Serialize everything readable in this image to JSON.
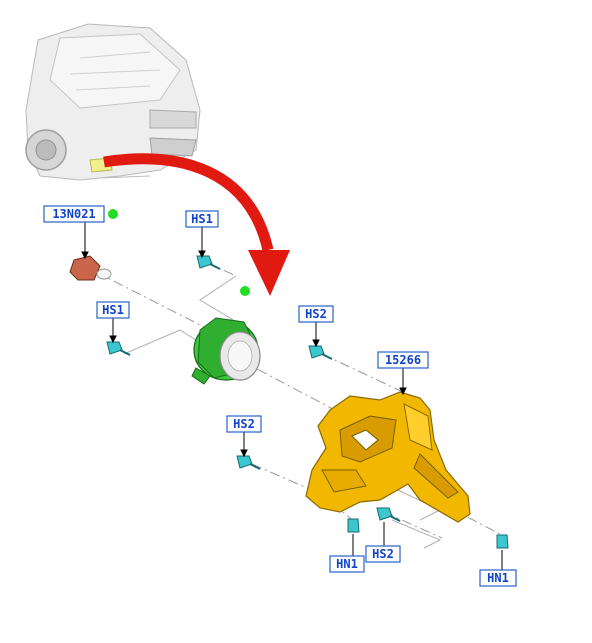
{
  "labels": {
    "bulb": "13N021",
    "screw_hs1_top": "HS1",
    "screw_hs1_left": "HS1",
    "screw_hs2_upper": "HS2",
    "bracket": "15266",
    "screw_hs2_mid": "HS2",
    "nut_hn1_left": "HN1",
    "screw_hs2_bottom": "HS2",
    "nut_hn1_right": "HN1"
  },
  "colors": {
    "arrow": "#e01a10",
    "bracket": "#f2b800",
    "fog_lamp": "#3cc83c",
    "bulb": "#c8654a",
    "fastener": "#3cc6cf",
    "indicator_dot": "#22dd22",
    "label_border": "#2a62c8",
    "label_text": "#1144cc"
  },
  "icons": {
    "reference_dot": "green-dot-icon"
  }
}
